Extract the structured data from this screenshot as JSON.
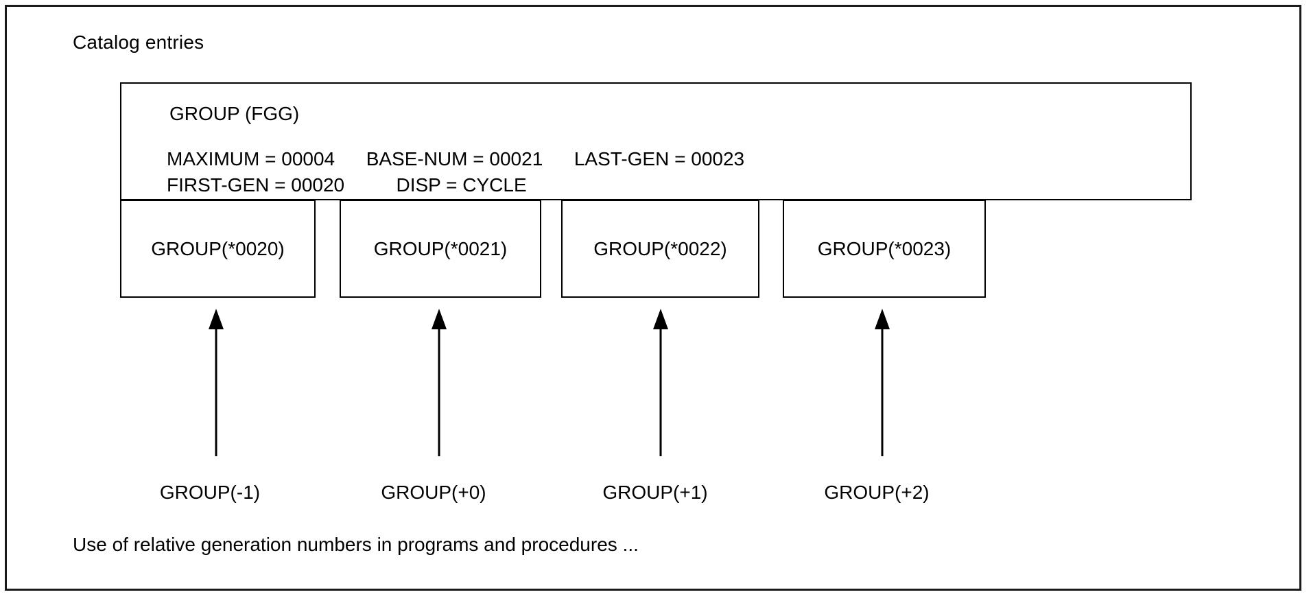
{
  "figure": {
    "title": "Catalog entries",
    "caption": "Use of relative generation numbers in programs and procedures ..."
  },
  "catalog_entry": {
    "group_name": "GROUP (FGG)",
    "attributes": [
      {
        "key": "MAXIMUM",
        "equals": "=",
        "value": "00004"
      },
      {
        "key": "BASE-NUM",
        "equals": "=",
        "value": "00021"
      },
      {
        "key": "LAST-GEN",
        "equals": "=",
        "value": "00023"
      },
      {
        "key": "FIRST-GEN",
        "equals": "=",
        "value": "00020"
      },
      {
        "key": "DISP",
        "equals": "=",
        "value": "CYCLE"
      }
    ],
    "attribute_line_1": "MAXIMUM = 00004   BASE-NUM = 00021   LAST-GEN = 00023",
    "attribute_line_2": "FIRST-GEN = 00020     DISP = CYCLE"
  },
  "generations": [
    {
      "absolute_label": "GROUP(*0020)",
      "relative_label": "GROUP(-1)"
    },
    {
      "absolute_label": "GROUP(*0021)",
      "relative_label": "GROUP(+0)"
    },
    {
      "absolute_label": "GROUP(*0022)",
      "relative_label": "GROUP(+1)"
    },
    {
      "absolute_label": "GROUP(*0023)",
      "relative_label": "GROUP(+2)"
    }
  ],
  "colors": {
    "frame_border": "#1a1a1a",
    "box_border": "#000000",
    "text": "#000000",
    "background": "#ffffff",
    "arrow": "#000000"
  },
  "icons": {
    "arrow_up": "arrow-up-icon"
  }
}
